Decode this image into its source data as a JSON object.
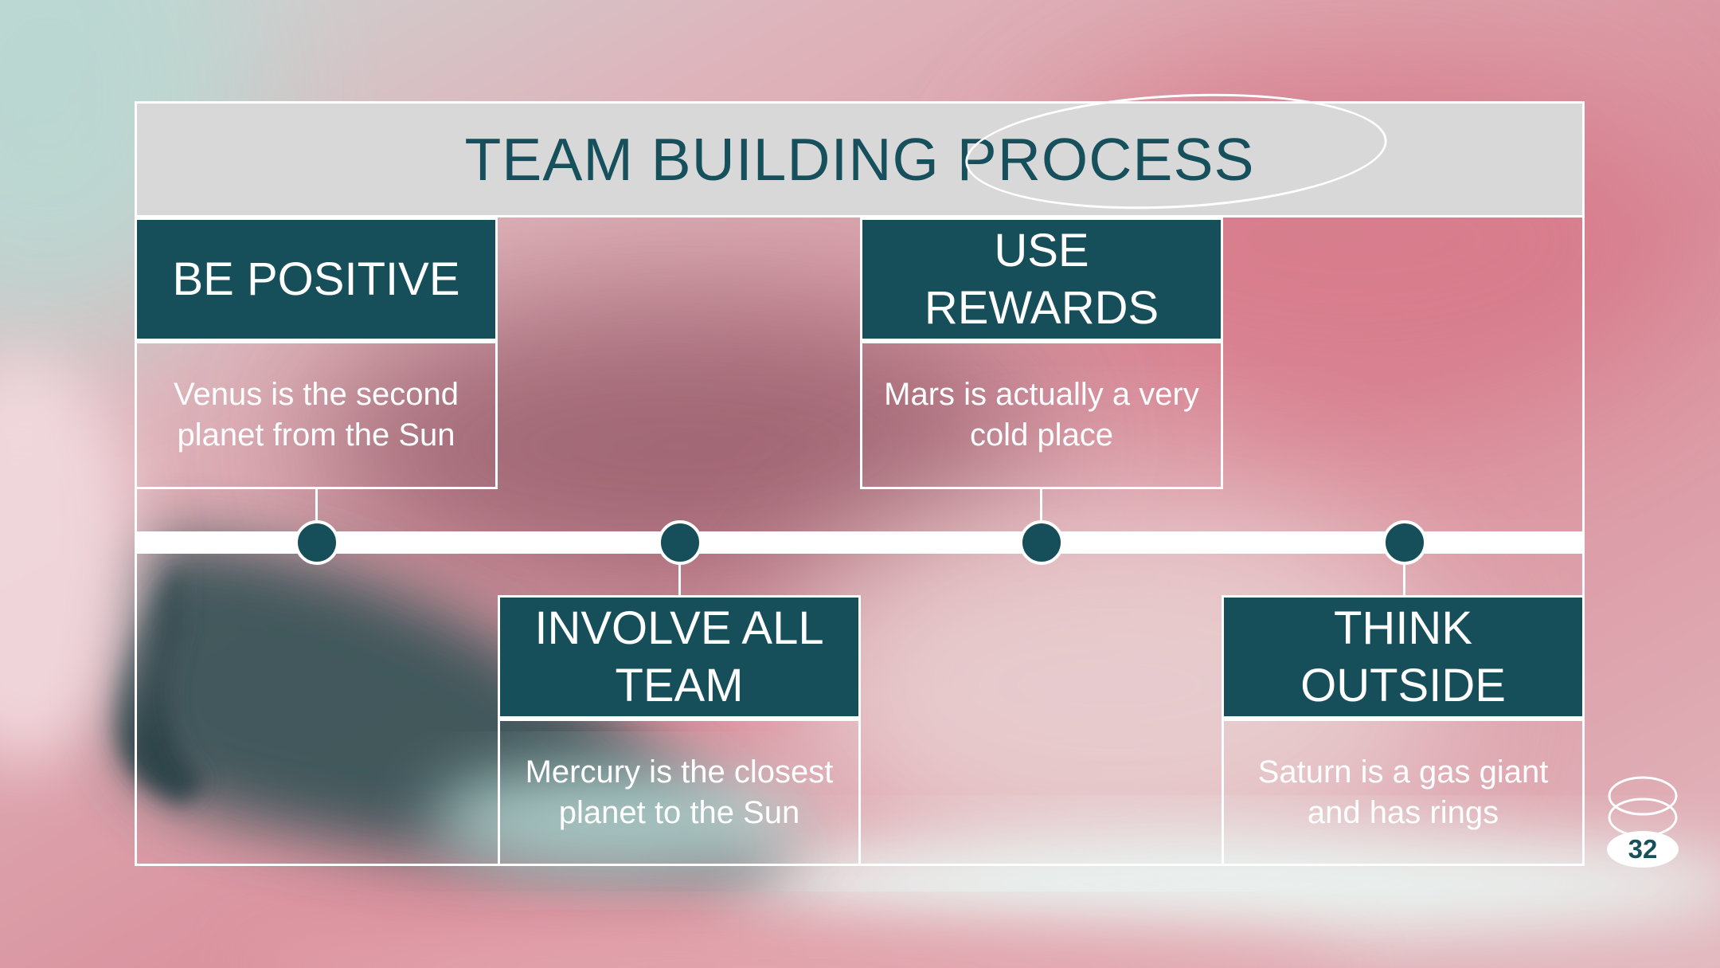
{
  "title": "TEAM BUILDING PROCESS",
  "colors": {
    "accent": "#164e5a",
    "title_bar": "#d8d8d8",
    "line": "#ffffff",
    "background_pink": "#d99aa6",
    "background_dark": "#3f5c62",
    "background_mint": "#dff1ee"
  },
  "steps": [
    {
      "title": "BE POSITIVE",
      "description": "Venus is the second planet from the Sun"
    },
    {
      "title": "INVOLVE ALL TEAM",
      "description": "Mercury is the closest planet to the Sun"
    },
    {
      "title": "USE REWARDS",
      "description": "Mars is actually a very cold place"
    },
    {
      "title": "THINK OUTSIDE",
      "description": "Saturn is a gas giant and has rings"
    }
  ],
  "page_number": "32"
}
